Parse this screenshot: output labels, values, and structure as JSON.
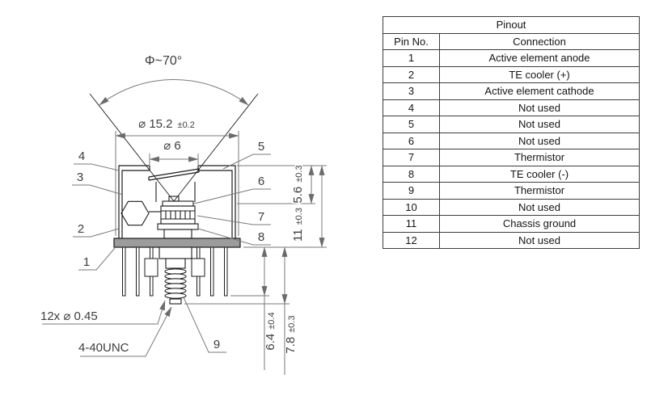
{
  "drawing": {
    "beam_angle_label": "Φ~70°",
    "dims": {
      "cap_diameter": {
        "value": "⌀ 15.2",
        "tol": "±0.2"
      },
      "window_diameter": {
        "value": "⌀ 6"
      },
      "window_depth": {
        "value": "5.6",
        "tol": "±0.3"
      },
      "cap_height": {
        "value": "11",
        "tol": "±0.3"
      },
      "pin_length": {
        "value": "6.4",
        "tol": "±0.4"
      },
      "stud_length": {
        "value": "7.8",
        "tol": "±0.3"
      },
      "pin_count_diameter": "12x ⌀ 0.45",
      "thread": "4-40UNC"
    },
    "callouts": {
      "c1": "1",
      "c2": "2",
      "c3": "3",
      "c4": "4",
      "c5": "5",
      "c6": "6",
      "c7": "7",
      "c8": "8",
      "c9": "9"
    }
  },
  "pinout_table": {
    "title": "Pinout",
    "headers": [
      "Pin No.",
      "Connection"
    ],
    "rows": [
      [
        "1",
        "Active element anode"
      ],
      [
        "2",
        "TE cooler (+)"
      ],
      [
        "3",
        "Active element cathode"
      ],
      [
        "4",
        "Not used"
      ],
      [
        "5",
        "Not used"
      ],
      [
        "6",
        "Not used"
      ],
      [
        "7",
        "Thermistor"
      ],
      [
        "8",
        "TE cooler (-)"
      ],
      [
        "9",
        "Thermistor"
      ],
      [
        "10",
        "Not used"
      ],
      [
        "11",
        "Chassis ground"
      ],
      [
        "12",
        "Not used"
      ]
    ]
  }
}
